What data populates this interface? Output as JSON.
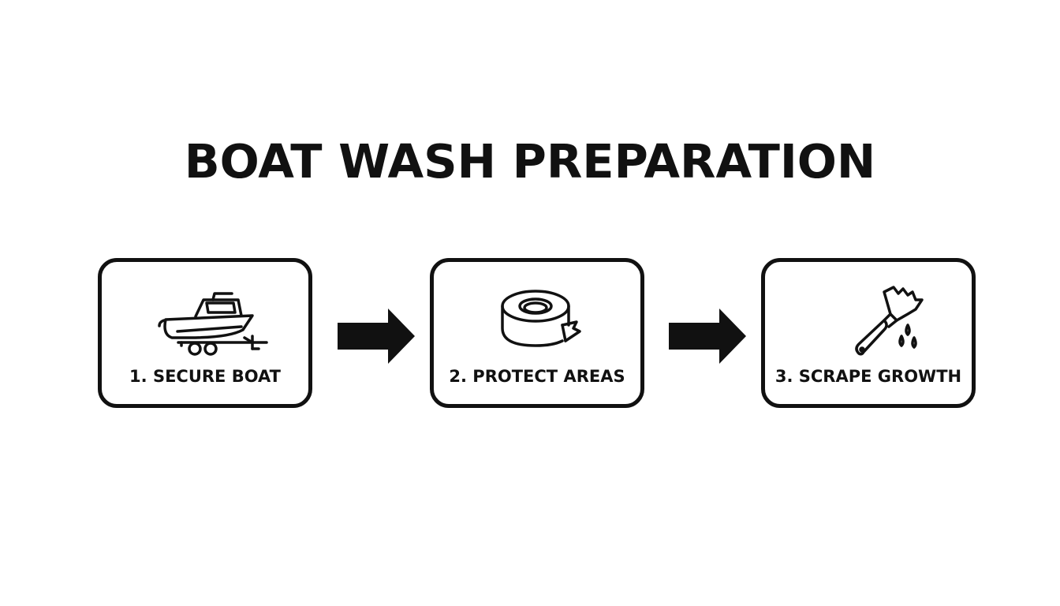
{
  "title": "BOAT WASH PREPARATION",
  "steps": [
    {
      "label": "1. SECURE BOAT",
      "icon": "boat-on-trailer-icon"
    },
    {
      "label": "2. PROTECT AREAS",
      "icon": "tape-roll-icon"
    },
    {
      "label": "3. SCRAPE GROWTH",
      "icon": "scraper-icon"
    }
  ],
  "colors": {
    "ink": "#111111",
    "background": "#ffffff"
  }
}
